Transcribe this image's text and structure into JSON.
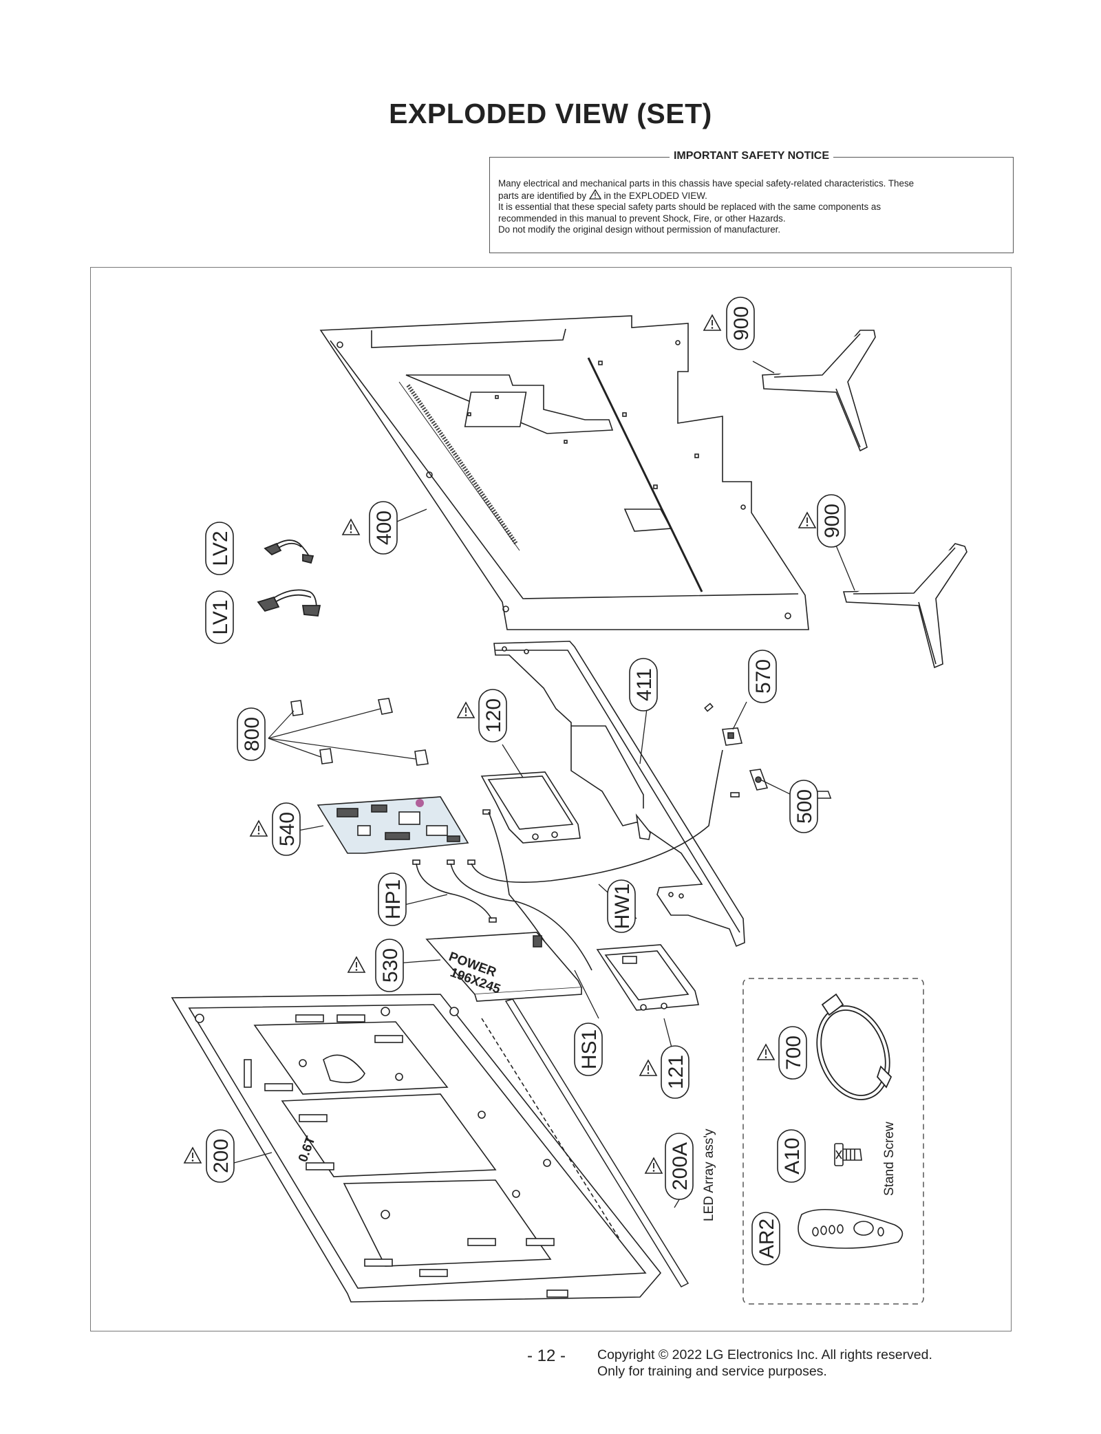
{
  "header": {
    "title": "EXPLODED VIEW (SET)"
  },
  "notice": {
    "heading": "IMPORTANT SAFETY NOTICE",
    "line1": "Many electrical and mechanical parts in this chassis have special safety-related characteristics. These",
    "line2a": "parts are identified by",
    "line2b": "in the EXPLODED VIEW.",
    "line3": "It is essential that these special safety parts should be replaced with the same components as",
    "line4": "recommended in this manual to prevent Shock, Fire, or other Hazards.",
    "line5": "Do not modify the original design without permission of manufacturer."
  },
  "callouts": {
    "c900a": "900",
    "c900b": "900",
    "c400": "400",
    "cLV2": "LV2",
    "cLV1": "LV1",
    "c411": "411",
    "c570": "570",
    "c120": "120",
    "c800": "800",
    "c500": "500",
    "c540": "540",
    "cHP1": "HP1",
    "cHW1": "HW1",
    "c530": "530",
    "cHS1": "HS1",
    "c121": "121",
    "c700": "700",
    "cA10": "A10",
    "cAR2": "AR2",
    "c200": "200",
    "c200A": "200A"
  },
  "labels": {
    "led_array": "LED Array ass'y",
    "stand_screw": "Stand Screw",
    "power_board_text1": "POWER",
    "power_board_text2": "196X245",
    "panel_text": "0.6T"
  },
  "footer": {
    "page_number": "- 12 -",
    "copyright": "Copyright © 2022 LG Electronics Inc. All rights reserved.",
    "training": "Only for training and service purposes."
  }
}
